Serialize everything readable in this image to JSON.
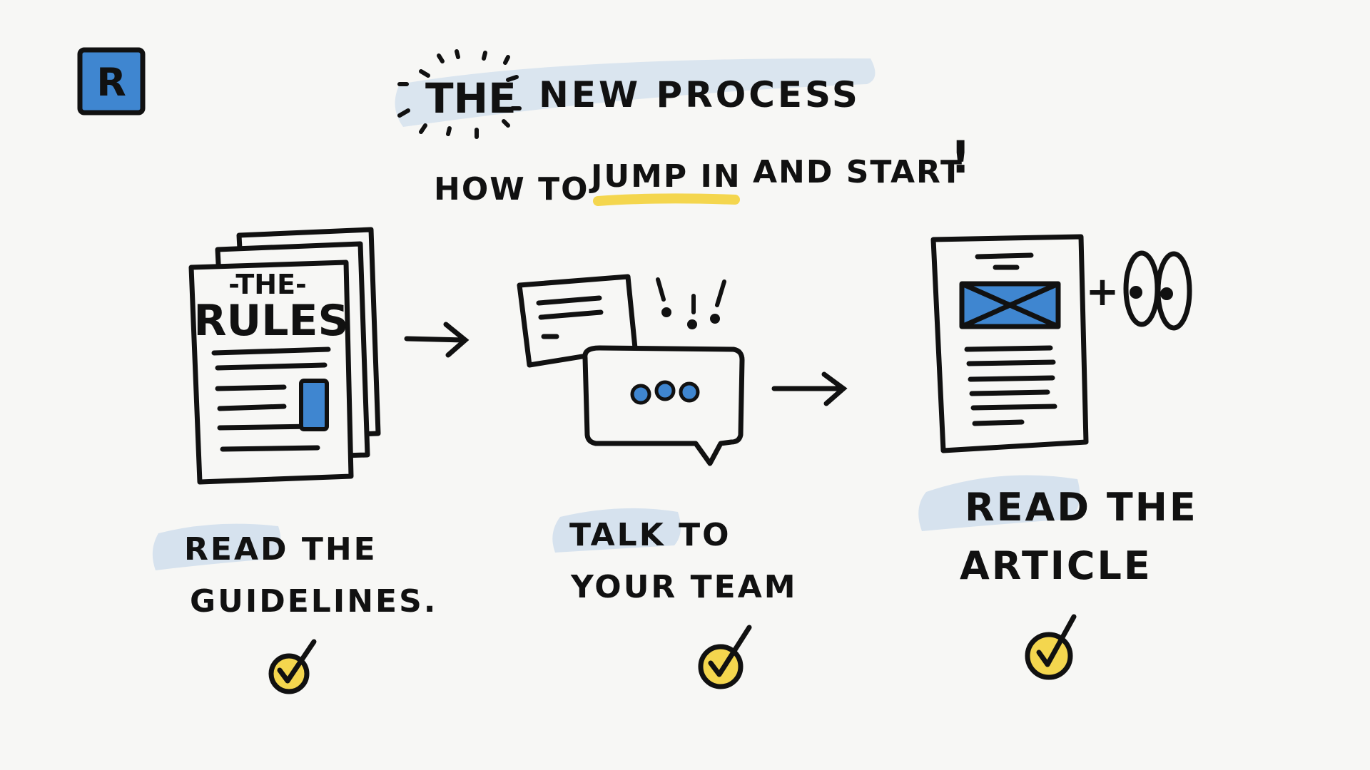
{
  "logo": {
    "letter": "R",
    "accent": "#3f86d0"
  },
  "header": {
    "title_the": "THE",
    "title_rest": "NEW PROCESS",
    "subtitle_before": "HOW TO",
    "subtitle_highlight": "JUMP IN",
    "subtitle_after": "AND START",
    "exclaim": "!"
  },
  "doc_stack": {
    "label_small": "-THE-",
    "label_big": "RULES"
  },
  "steps": [
    {
      "line1": "READ THE",
      "line2": "GUIDELINES.",
      "checked": true
    },
    {
      "line1": "TALK TO",
      "line2": "YOUR TEAM",
      "checked": true
    },
    {
      "line1": "READ THE",
      "line2": "ARTICLE",
      "checked": true
    }
  ],
  "plus_sign": "+",
  "colors": {
    "blue": "#3f86d0",
    "yellow": "#f4d64e",
    "highlight": "#d6e2ee",
    "ink": "#111111"
  }
}
